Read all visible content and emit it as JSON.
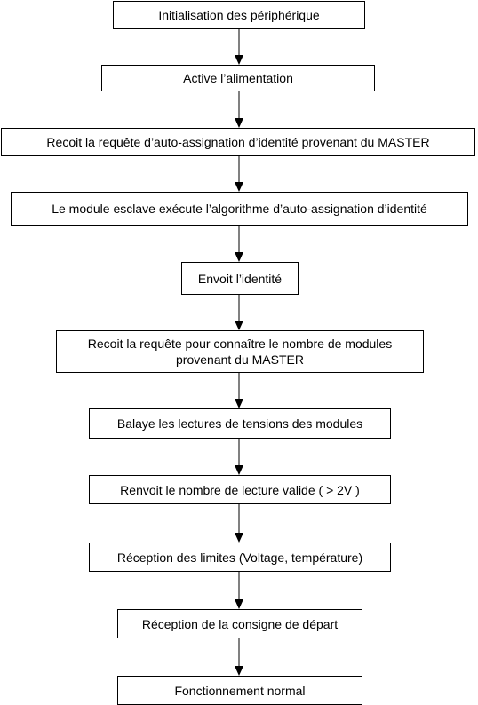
{
  "diagram": {
    "type": "flowchart",
    "direction": "top-to-bottom",
    "line_color": "#000000",
    "steps": [
      {
        "label": "Initialisation des périphérique"
      },
      {
        "label": "Active l’alimentation"
      },
      {
        "label": "Recoit la requête d’auto-assignation d’identité provenant du MASTER"
      },
      {
        "label": "Le module esclave exécute l’algorithme d’auto-assignation d’identité"
      },
      {
        "label": "Envoit l’identité"
      },
      {
        "label": "Recoit la requête pour connaître le nombre de modules\nprovenant du MASTER"
      },
      {
        "label": "Balaye les lectures de tensions des modules"
      },
      {
        "label": "Renvoit le nombre de lecture valide ( > 2V )"
      },
      {
        "label": "Réception des limites (Voltage, température)"
      },
      {
        "label": "Réception de la consigne de départ"
      },
      {
        "label": "Fonctionnement normal"
      }
    ]
  }
}
